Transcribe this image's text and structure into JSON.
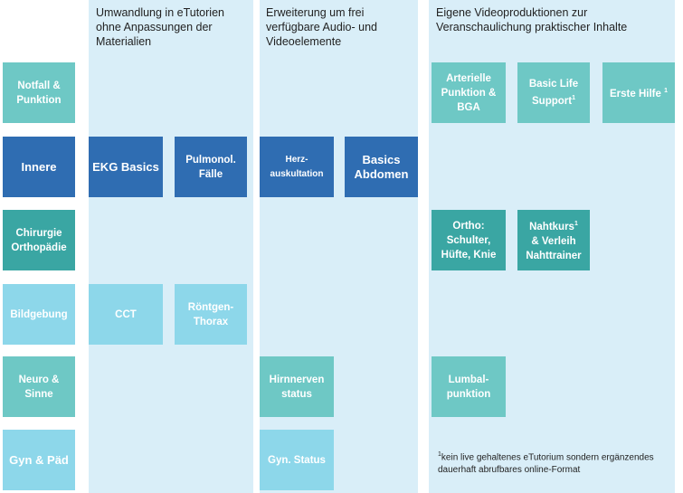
{
  "columns": [
    {
      "heading": "Umwandlung in eTutorien ohne Anpassungen der Materialien"
    },
    {
      "heading": "Erweiterung um frei verfügbare Audio- und Videoelemente"
    },
    {
      "heading": "Eigene Videoproduktionen zur Veranschaulichung praktischer Inhalte"
    }
  ],
  "rows": [
    {
      "label": "Notfall & Punktion"
    },
    {
      "label": "Innere"
    },
    {
      "label": "Chirurgie Orthopädie"
    },
    {
      "label": "Bildgebung"
    },
    {
      "label": "Neuro & Sinne"
    },
    {
      "label": "Gyn & Päd"
    }
  ],
  "tiles": {
    "arterielle": "Arterielle Punktion & BGA",
    "basic_life": "Basic Life Support",
    "basic_life_sup": "1",
    "erste_hilfe": "Erste Hilfe",
    "erste_hilfe_sup": "1",
    "ekg": "EKG Basics",
    "pulmonol": "Pulmonol. Fälle",
    "herz": "Herz-auskultation",
    "abdomen": "Basics Abdomen",
    "ortho": "Ortho: Schulter, Hüfte, Knie",
    "nahtkurs_a": "Nahtkurs",
    "nahtkurs_sup": "1",
    "nahtkurs_b": "& Verleih Nahttrainer",
    "cct": "CCT",
    "roentgen": "Röntgen-Thorax",
    "hirnnerven": "Hirnnerven status",
    "lumbal": "Lumbal-punktion",
    "gyn_status": "Gyn. Status"
  },
  "footnote": {
    "sup": "1",
    "text": "kein live gehaltenes eTutorium sondern ergänzendes dauerhaft abrufbares online-Format"
  },
  "colors": {
    "column_bg": "#d9eef8",
    "mid_teal": "#6ec8c5",
    "dark_blue": "#2f6db2",
    "teal": "#3aa6a3",
    "light_blue": "#8dd7ea"
  }
}
